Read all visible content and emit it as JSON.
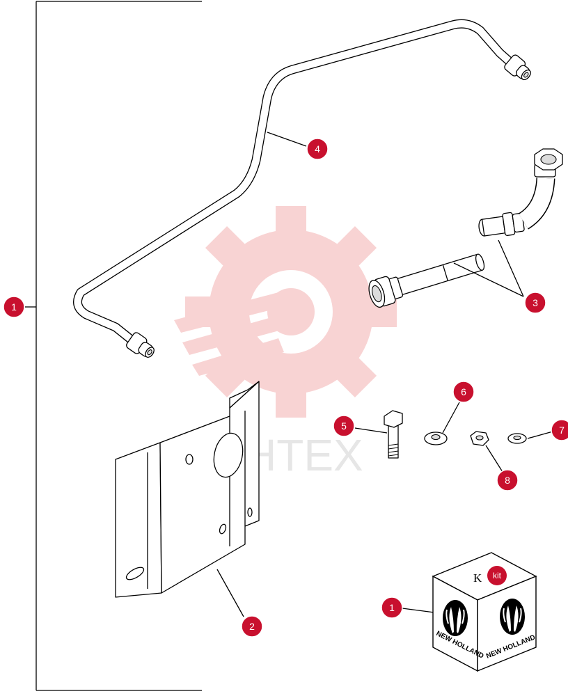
{
  "callouts": {
    "c1_left": "1",
    "c4": "4",
    "c3": "3",
    "c6": "6",
    "c5": "5",
    "c7": "7",
    "c8": "8",
    "c2": "2",
    "c1_kit": "1"
  },
  "watermark": {
    "text": "ИНТЕХ"
  },
  "kit_box": {
    "top_text": "K",
    "tag": "kit",
    "brand_left": "NEW HOLLAND",
    "brand_right": "NEW HOLLAND"
  },
  "colors": {
    "callout": "#c8102e",
    "watermark": "#e23b3b"
  }
}
